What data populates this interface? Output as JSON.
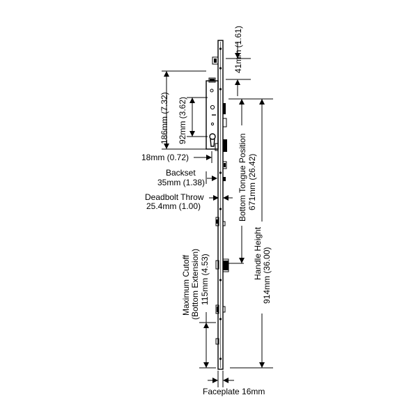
{
  "labels": {
    "top_offset": "41mm (1.61)",
    "case_height": "186mm (7.32)",
    "spindle_to_cylinder": "92mm (3.62)",
    "dim_18": "18mm (0.72)",
    "backset_title": "Backset",
    "backset_value": "35mm (1.38)",
    "deadbolt_title": "Deadbolt Throw",
    "deadbolt_value": "25.4mm (1.00)",
    "bottom_tongue_title": "Bottom Tongue Position",
    "bottom_tongue_value": "671mm (26.42)",
    "handle_height_title": "Handle Height",
    "handle_height_value": "914mm (36.00)",
    "max_cutoff_title": "Maximum Cutoff",
    "max_cutoff_sub": "(Bottom Extension)",
    "max_cutoff_value": "115mm (4.53)",
    "faceplate": "Faceplate 16mm"
  }
}
